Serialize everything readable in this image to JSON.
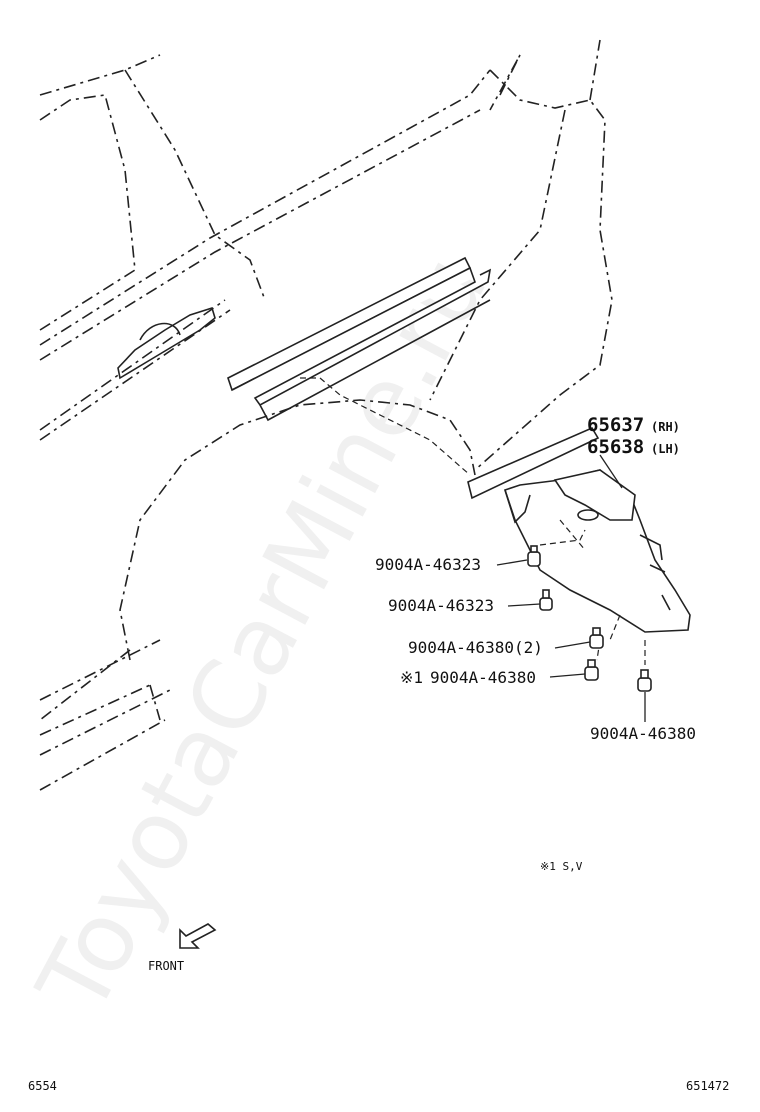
{
  "parts": {
    "mudguard_rh": "65637",
    "mudguard_rh_side": "(RH)",
    "mudguard_lh": "65638",
    "mudguard_lh_side": "(LH)",
    "clip_a": "9004A-46323",
    "clip_b": "9004A-46323",
    "screw_a": "9004A-46380(2)",
    "screw_b_mark": "※1",
    "screw_b": "9004A-46380",
    "screw_c": "9004A-46380"
  },
  "note": {
    "text": "※1 S,V"
  },
  "direction": {
    "label": "FRONT"
  },
  "footer": {
    "left_code": "6554",
    "right_code": "651472"
  },
  "watermark": {
    "text": "ToyotaCarMine.ru"
  }
}
